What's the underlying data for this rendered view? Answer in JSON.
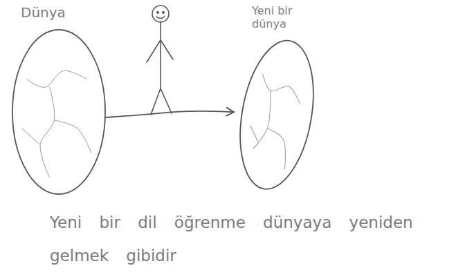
{
  "diagram": {
    "caption": "Yeni bir dil öğrenme dünyaya yeniden gelmek gibidir",
    "nodes": [
      {
        "text": [
          "Dünya"
        ]
      },
      {
        "text": [
          "Yeni bir dünya"
        ]
      }
    ],
    "edges": [
      {
        "from": 0,
        "to": 1,
        "arrow": "to"
      }
    ]
  }
}
